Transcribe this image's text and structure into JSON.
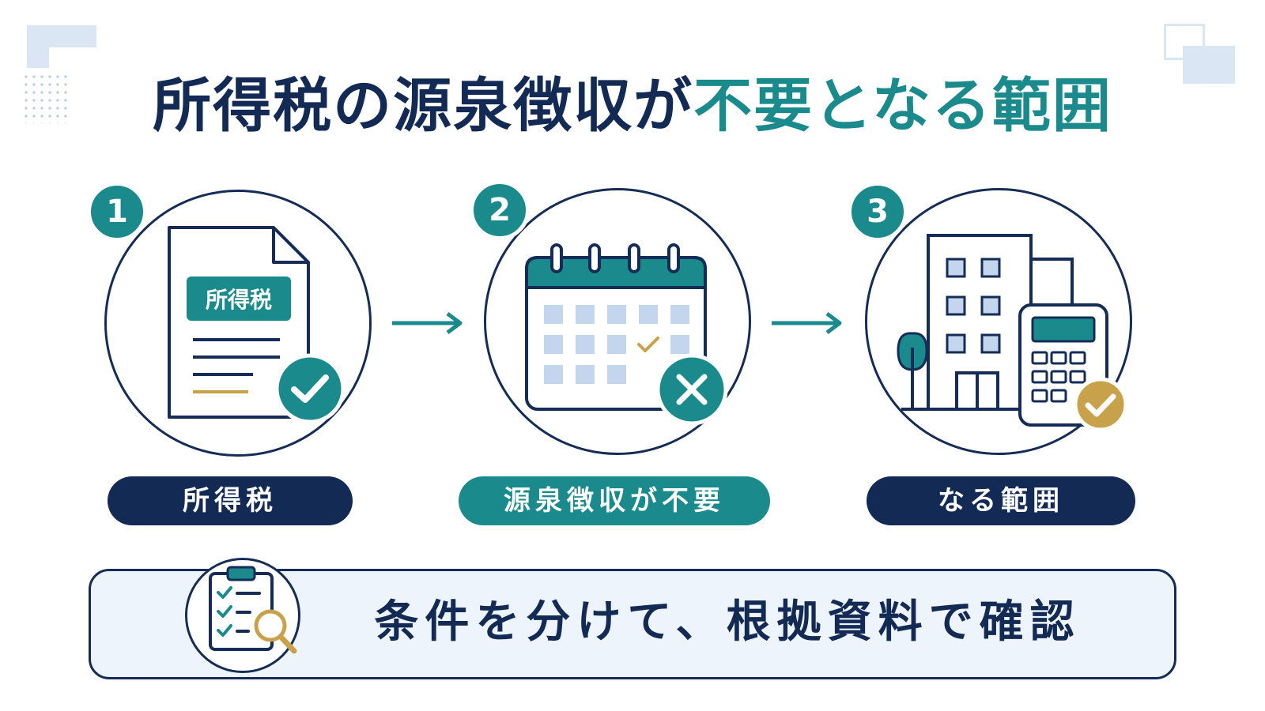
{
  "title": {
    "part1": "所得税の源泉徴収が",
    "part2": "不要となる範囲"
  },
  "colors": {
    "navy": "#132a55",
    "teal": "#1b8a8c",
    "gold": "#c8a24a",
    "light_blue": "#c4d6ee",
    "panel_bg": "#eef4fb"
  },
  "steps": [
    {
      "number": "1",
      "icon": "tax-document-icon",
      "doc_label": "所得税",
      "label": "所得税",
      "status": "check"
    },
    {
      "number": "2",
      "icon": "calendar-icon",
      "label": "源泉徴収が不要",
      "status": "cross"
    },
    {
      "number": "3",
      "icon": "building-calculator-icon",
      "label": "なる範囲",
      "status": "check"
    }
  ],
  "bottom": {
    "icon": "checklist-magnifier-icon",
    "text": "条件を分けて、根拠資料で確認"
  }
}
